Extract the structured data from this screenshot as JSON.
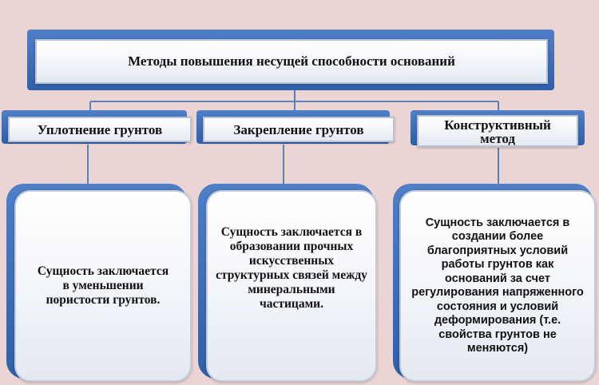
{
  "title": "Методы повышения несущей способности оснований",
  "categories": [
    {
      "label": "Уплотнение грунтов",
      "description": "Сущность заключается в уменьшении пористости грунтов."
    },
    {
      "label": "Закрепление грунтов",
      "description": "Сущность заключается в образовании прочных искусственных структурных связей между минеральными частицами."
    },
    {
      "label": "Конструктивный метод",
      "description": "Сущность заключается в создании более благоприятных условий работы грунтов как оснований за счет регулирования напряженного состояния и условий деформирования (т.е. свойства грунтов не меняются)"
    }
  ],
  "colors": {
    "background": "#ead4d4",
    "plate": "#3a6bb5",
    "connector": "#5a80b8",
    "box_fill": "#f0f3f8"
  }
}
